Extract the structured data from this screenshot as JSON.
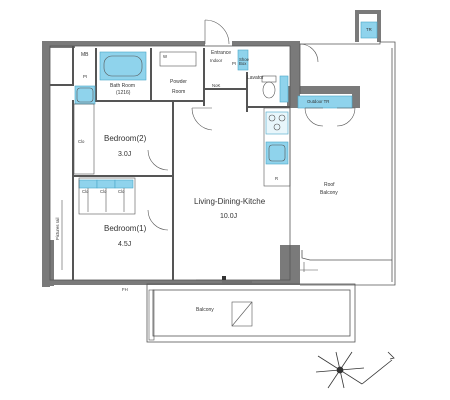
{
  "rooms": {
    "bedroom2": {
      "name": "Bedroom(2)",
      "size": "3.0J"
    },
    "bedroom1": {
      "name": "Bedroom(1)",
      "size": "4.5J"
    },
    "ldk": {
      "name": "Living-Dining-Kitche",
      "size": "10.0J"
    },
    "bath": {
      "name": "Bath Room",
      "size": "(1216)"
    },
    "powder": {
      "name": "Powder",
      "sub": "Room"
    },
    "entrance": {
      "name": "Entrance"
    },
    "lavator": {
      "name": "Lavator"
    },
    "roof_balcony": {
      "name": "Roof",
      "sub": "Balcony"
    },
    "balcony": {
      "name": "Balcony"
    }
  },
  "fixtures": {
    "mb": "MB",
    "tr_top": "TR",
    "outdoor_tr": "Outdoor TR",
    "pi_left": "PI",
    "pi_right": "PI",
    "w": "W",
    "r": "R",
    "indoor": "Indoor",
    "nok": "NoK",
    "shoe_box": "Shoe Box",
    "clo_left": "Clo",
    "clo_1": "Clo",
    "clo_2": "Clo",
    "clo_3": "Clo",
    "pictures_rail": "Pictures rail",
    "fh": "FH"
  },
  "colors": {
    "wall": "#7a7a7a",
    "line": "#555555",
    "blue": "#8fd3ec",
    "blue_stroke": "#4aa7c9"
  }
}
